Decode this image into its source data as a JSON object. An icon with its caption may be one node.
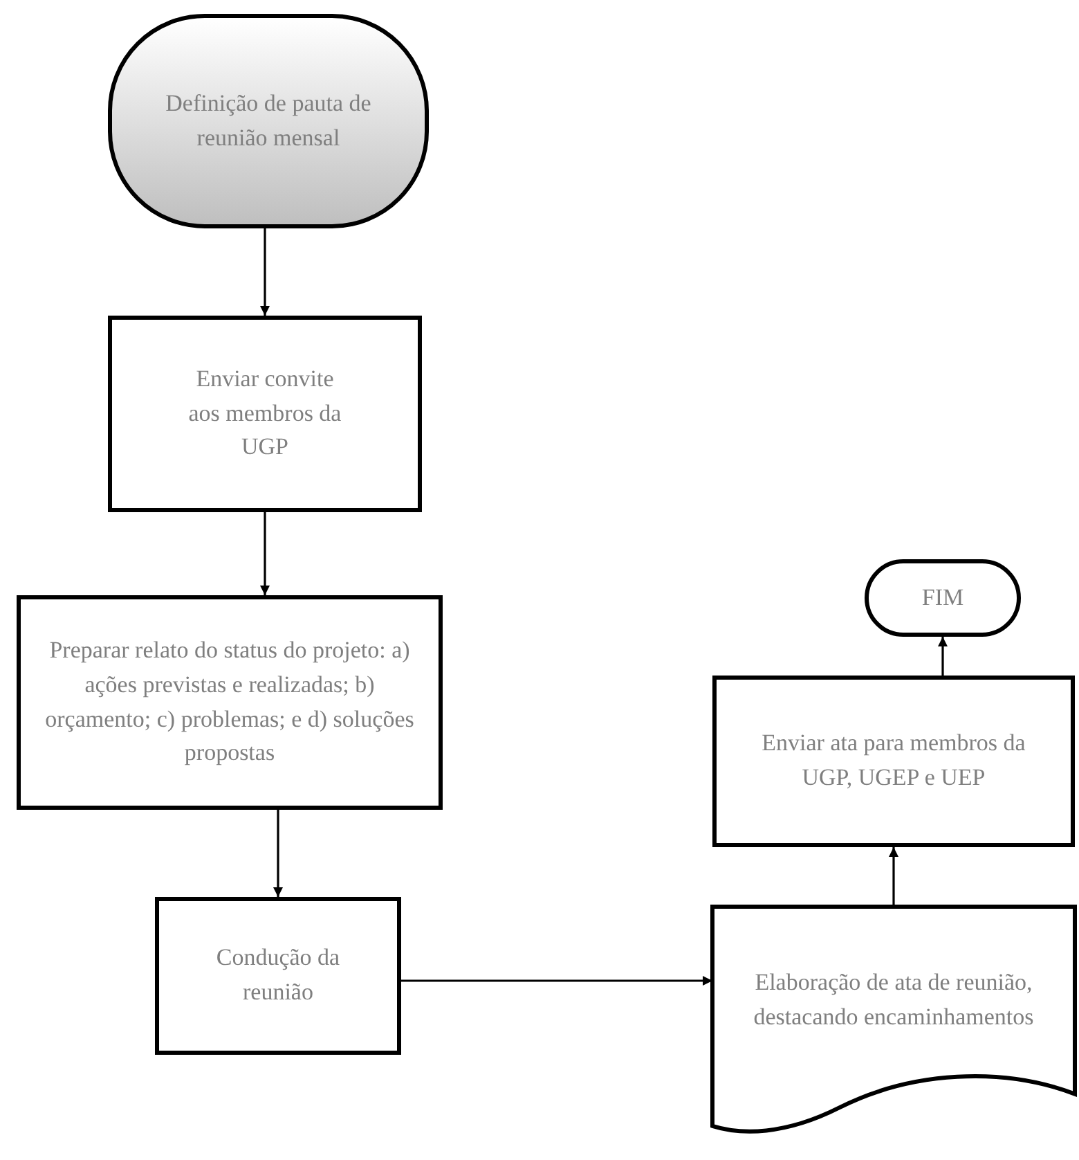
{
  "diagram": {
    "nodes": [
      {
        "text": [
          "Definição de pauta de reunião mensal"
        ]
      },
      {
        "text": [
          "Enviar convite aos membros da UGP"
        ]
      },
      {
        "text": [
          "Preparar relato do status do projeto: a) ações previstas e realizadas; b) orçamento; c) problemas; e d) soluções propostas"
        ]
      },
      {
        "text": [
          "Condução da reunião"
        ]
      },
      {
        "text": [
          "Elaboração de ata de reunião, destacando encaminhamentos"
        ]
      },
      {
        "text": [
          "Enviar ata para membros da UGP, UGEP e UEP"
        ]
      },
      {
        "text": [
          "FIM"
        ]
      }
    ],
    "edges": [
      {
        "from": 0,
        "to": 1,
        "arrow": "to"
      },
      {
        "from": 1,
        "to": 2,
        "arrow": "to"
      },
      {
        "from": 2,
        "to": 3,
        "arrow": "to"
      },
      {
        "from": 3,
        "to": 4,
        "arrow": "to"
      },
      {
        "from": 4,
        "to": 5,
        "arrow": "to"
      },
      {
        "from": 5,
        "to": 6,
        "arrow": "to"
      }
    ]
  }
}
